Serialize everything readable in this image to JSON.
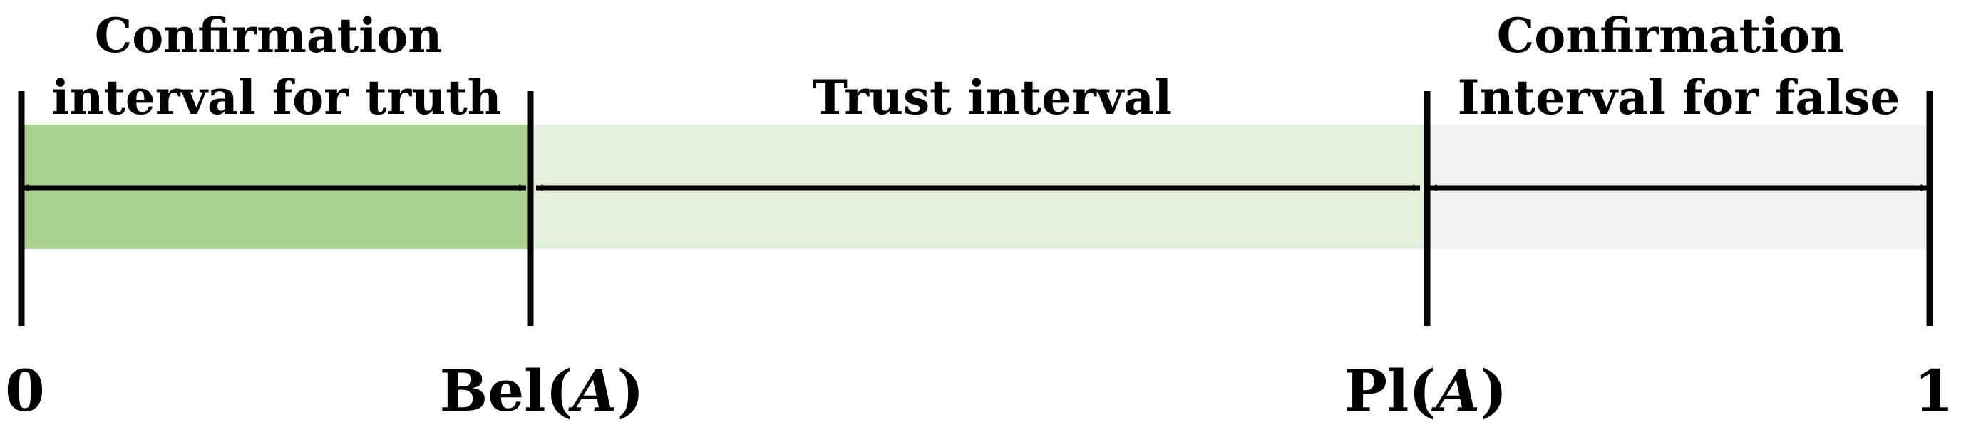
{
  "regions": [
    {
      "id": "truth",
      "label_lines": [
        "Confirmation",
        "interval for truth"
      ],
      "fill": "#a9d08e"
    },
    {
      "id": "trust",
      "label_lines": [
        "Trust interval"
      ],
      "fill": "#e2efda"
    },
    {
      "id": "false",
      "label_lines": [
        "Confirmation",
        "Interval for false"
      ],
      "fill": "#f2f2f2"
    }
  ],
  "ticks": {
    "zero": "0",
    "bel_prefix": "Bel(",
    "bel_var": "A",
    "bel_suffix": ")",
    "pl_prefix": "Pl(",
    "pl_var": "A",
    "pl_suffix": ")",
    "one": "1"
  },
  "colors": {
    "line": "#000000"
  }
}
